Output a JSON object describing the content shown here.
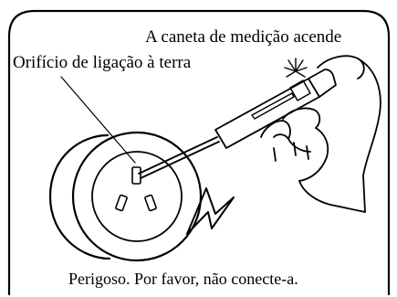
{
  "diagram": {
    "labels": {
      "pen_lights": "A caneta de medição acende",
      "ground_hole": "Orifício de ligação à terra",
      "warning": "Perigoso. Por favor, não conecte-a."
    },
    "icons": {
      "frame": "rounded-frame",
      "socket": "socket-adapter-icon",
      "pen": "test-pen-icon",
      "hand": "hand-icon",
      "bolt": "lightning-bolt-icon",
      "glow": "glow-burst-icon"
    },
    "colors": {
      "line": "#000000",
      "background": "#ffffff"
    }
  }
}
